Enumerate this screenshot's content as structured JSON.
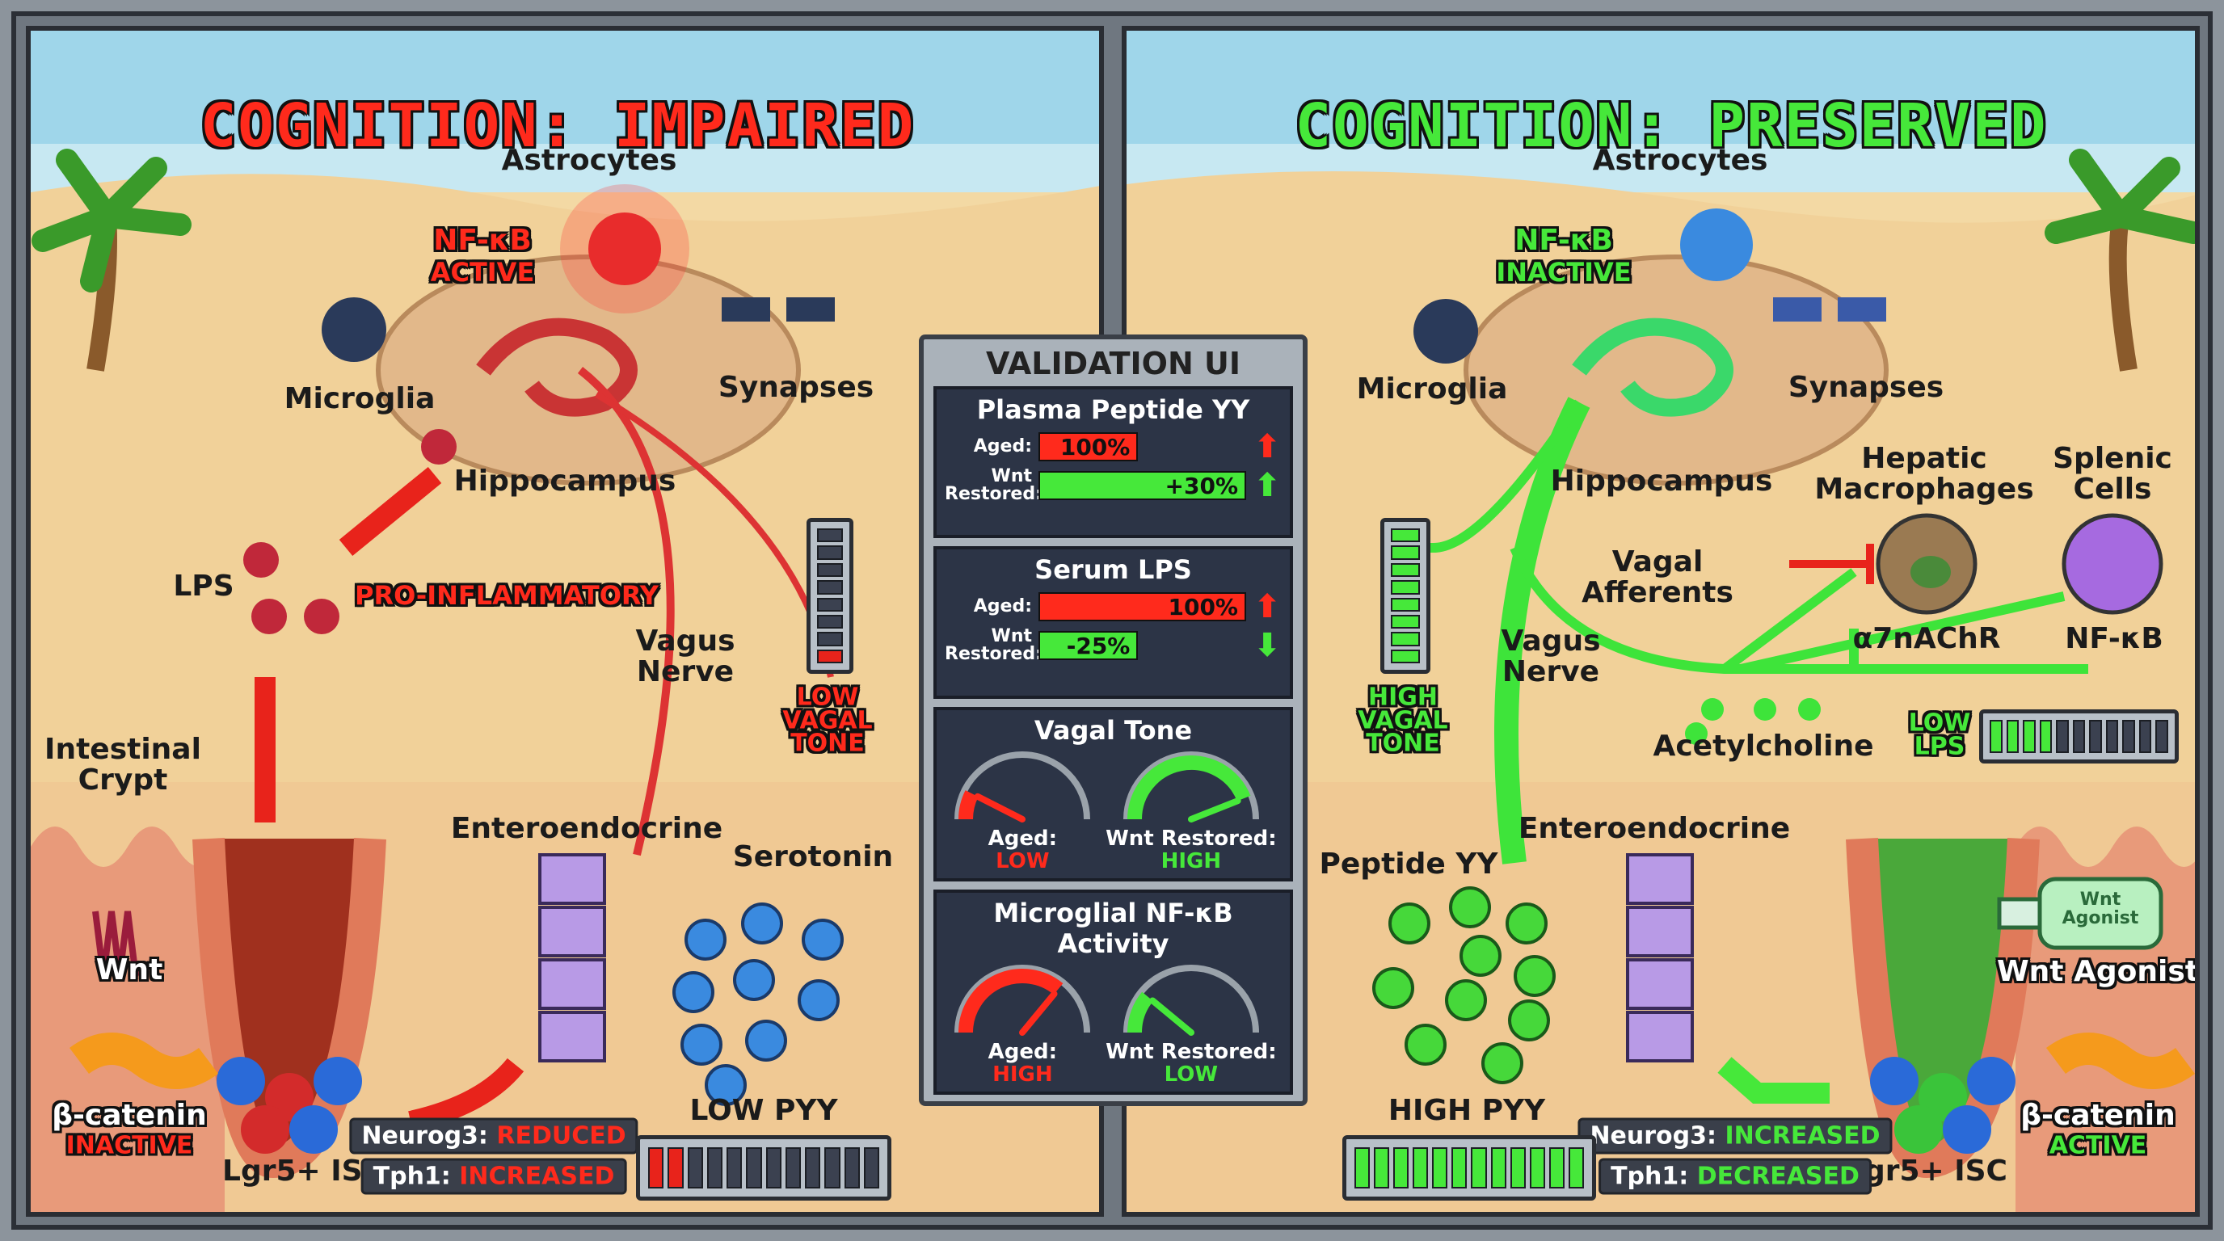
{
  "left": {
    "title": "COGNITION: IMPAIRED",
    "labels": {
      "astrocytes": "Astrocytes",
      "nfkb": "NF-κB",
      "nfkb_state": "ACTIVE",
      "microglia": "Microglia",
      "synapses": "Synapses",
      "hippocampus": "Hippocampus",
      "lps": "LPS",
      "pro_inflammatory": "PRO-INFLAMMATORY",
      "vagus_nerve": "Vagus\nNerve",
      "vagal_tone": "LOW\nVAGAL\nTONE",
      "intestinal_crypt": "Intestinal\nCrypt",
      "enteroendocrine": "Enteroendocrine",
      "serotonin": "Serotonin",
      "wnt": "Wnt",
      "beta_catenin": "β-catenin",
      "beta_catenin_state": "INACTIVE",
      "lgr5": "Lgr5+ ISC",
      "pyy": "LOW PYY"
    },
    "neurog3": {
      "label": "Neurog3:",
      "value": "REDUCED"
    },
    "tph1": {
      "label": "Tph1:",
      "value": "INCREASED"
    },
    "pyy_bar_level": 0.2,
    "vagal_tone_level": 0.125
  },
  "right": {
    "title": "COGNITION: PRESERVED",
    "labels": {
      "astrocytes": "Astrocytes",
      "nfkb": "NF-κB",
      "nfkb_state": "INACTIVE",
      "microglia": "Microglia",
      "synapses": "Synapses",
      "hippocampus": "Hippocampus",
      "hepatic": "Hepatic\nMacrophages",
      "splenic": "Splenic\nCells",
      "vagal_afferents": "Vagal\nAfferents",
      "vagus_nerve": "Vagus\nNerve",
      "a7": "α7nAChR",
      "nfkb2": "NF-κB",
      "vagal_tone": "HIGH\nVAGAL\nTONE",
      "acetylcholine": "Acetylcholine",
      "low_lps": "LOW\nLPS",
      "enteroendocrine": "Enteroendocrine",
      "peptide_yy": "Peptide YY",
      "wnt_agonist": "Wnt Agonist",
      "bottle": "Wnt\nAgonist",
      "beta_catenin": "β-catenin",
      "beta_catenin_state": "ACTIVE",
      "lgr5": "Lgr5+ ISC",
      "pyy": "HIGH PYY"
    },
    "neurog3": {
      "label": "Neurog3:",
      "value": "INCREASED"
    },
    "tph1": {
      "label": "Tph1:",
      "value": "DECREASED"
    },
    "pyy_bar_level": 1.0,
    "lps_bar_level": 0.36,
    "vagal_tone_level": 1.0
  },
  "validation": {
    "title": "VALIDATION UI",
    "pyy": {
      "title": "Plasma Peptide YY",
      "aged_label": "Aged:",
      "aged_value": "100%",
      "aged_level": 0.48,
      "aged_dir": "up",
      "restored_label": "Wnt\nRestored:",
      "restored_value": "+30%",
      "restored_level": 1.0,
      "restored_dir": "up"
    },
    "lps": {
      "title": "Serum LPS",
      "aged_label": "Aged:",
      "aged_value": "100%",
      "aged_level": 1.0,
      "aged_dir": "up",
      "restored_label": "Wnt\nRestored:",
      "restored_value": "-25%",
      "restored_level": 0.48,
      "restored_dir": "down"
    },
    "vagal": {
      "title": "Vagal Tone",
      "aged_label": "Aged:",
      "aged_value": "LOW",
      "aged_level": 0.15,
      "restored_label": "Wnt Restored:",
      "restored_value": "HIGH",
      "restored_level": 0.88
    },
    "nfkb": {
      "title": "Microglial NF-κB Activity",
      "aged_label": "Aged:",
      "aged_value": "HIGH",
      "aged_level": 0.72,
      "restored_label": "Wnt Restored:",
      "restored_value": "LOW",
      "restored_level": 0.22
    }
  },
  "colors": {
    "red": "#ff2a1c",
    "green": "#46e83a",
    "sand": "#f3d9a4",
    "panel": "#2c3446"
  }
}
